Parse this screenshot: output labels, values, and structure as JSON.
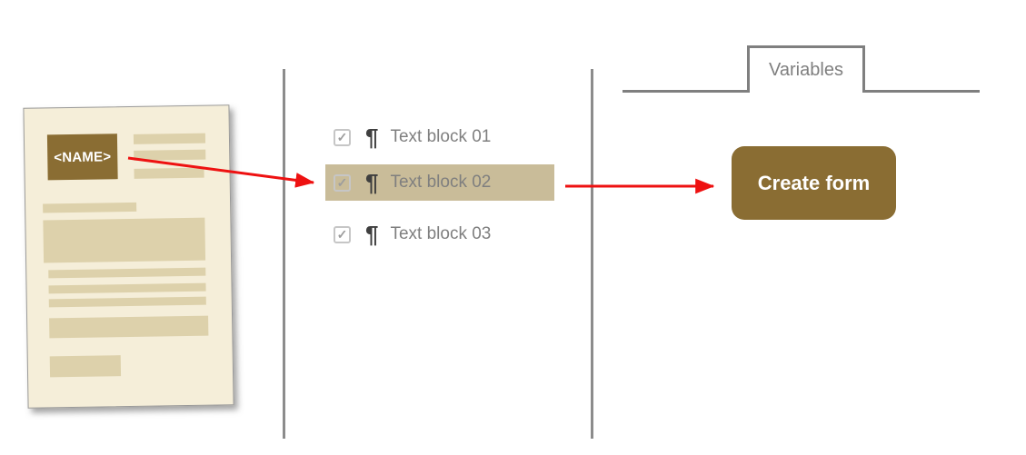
{
  "document": {
    "placeholder": "<NAME>"
  },
  "text_blocks": {
    "check_glyph": "✓",
    "pilcrow_glyph": "¶",
    "items": [
      {
        "label": "Text block 01",
        "checked": true,
        "highlighted": false
      },
      {
        "label": "Text block 02",
        "checked": true,
        "highlighted": true
      },
      {
        "label": "Text block 03",
        "checked": true,
        "highlighted": false
      }
    ]
  },
  "variables_panel": {
    "tab_label": "Variables",
    "create_button_label": "Create form"
  },
  "colors": {
    "accent_gold": "#8a6d33",
    "doc_background": "#f5eed9",
    "doc_placeholder_bar": "#ddd1ab",
    "highlight_tan": "#c9bc99",
    "arrow_red": "#ee1111",
    "divider_gray": "#8c8c8c",
    "tab_border_gray": "#7f7f7f",
    "list_text_gray": "#7f7f7f"
  }
}
